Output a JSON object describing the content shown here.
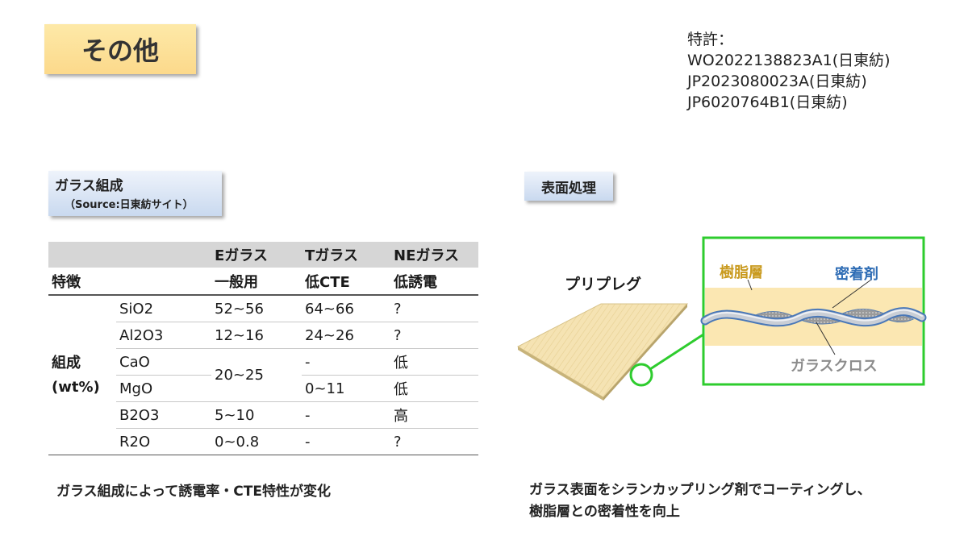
{
  "title": "その他",
  "patents": {
    "heading": "特許：",
    "items": [
      "WO2022138823A1(日東紡)",
      "JP2023080023A(日東紡)",
      "JP6020764B1(日東紡)"
    ]
  },
  "glass_section": {
    "title": "ガラス組成",
    "source": "（Source:日東紡サイト）",
    "table": {
      "header_row1": [
        "",
        "",
        "Eガラス",
        "Tガラス",
        "NEガラス"
      ],
      "header_row2": {
        "label": "特徴",
        "values": [
          "一般用",
          "低CTE",
          "低誘電"
        ]
      },
      "group_label_line1": "組成",
      "group_label_line2": "(wt%)",
      "rows": [
        {
          "comp": "SiO2",
          "e": "52~56",
          "t": "64~66",
          "ne": "?"
        },
        {
          "comp": "Al2O3",
          "e": "12~16",
          "t": "24~26",
          "ne": "?"
        },
        {
          "comp": "CaO",
          "e": "20~25",
          "t": "-",
          "ne": "低"
        },
        {
          "comp": "MgO",
          "e": "",
          "t": "0~11",
          "ne": "低"
        },
        {
          "comp": "B2O3",
          "e": "5~10",
          "t": "-",
          "ne": "高"
        },
        {
          "comp": "R2O",
          "e": "0~0.8",
          "t": "-",
          "ne": "?"
        }
      ]
    },
    "caption": "ガラス組成によって誘電率・CTE特性が変化"
  },
  "surface_section": {
    "title": "表面処理",
    "prepreg_label": "プリプレグ",
    "resin_label": "樹脂層",
    "adhesive_label": "密着剤",
    "cloth_label": "ガラスクロス",
    "caption_line1": "ガラス表面をシランカップリング剤でコーティングし、",
    "caption_line2": "樹脂層との密着性を向上"
  },
  "colors": {
    "title_box": "#fcd98b",
    "label_box": "#c9d9ef",
    "resin_layer": "#fbe7b2",
    "resin_text": "#c99a1e",
    "adhesive_text": "#2f6db5",
    "frame_green": "#2ecc2e",
    "cloth_text": "#8c8c8c",
    "table_header": "#d6d6d6"
  }
}
